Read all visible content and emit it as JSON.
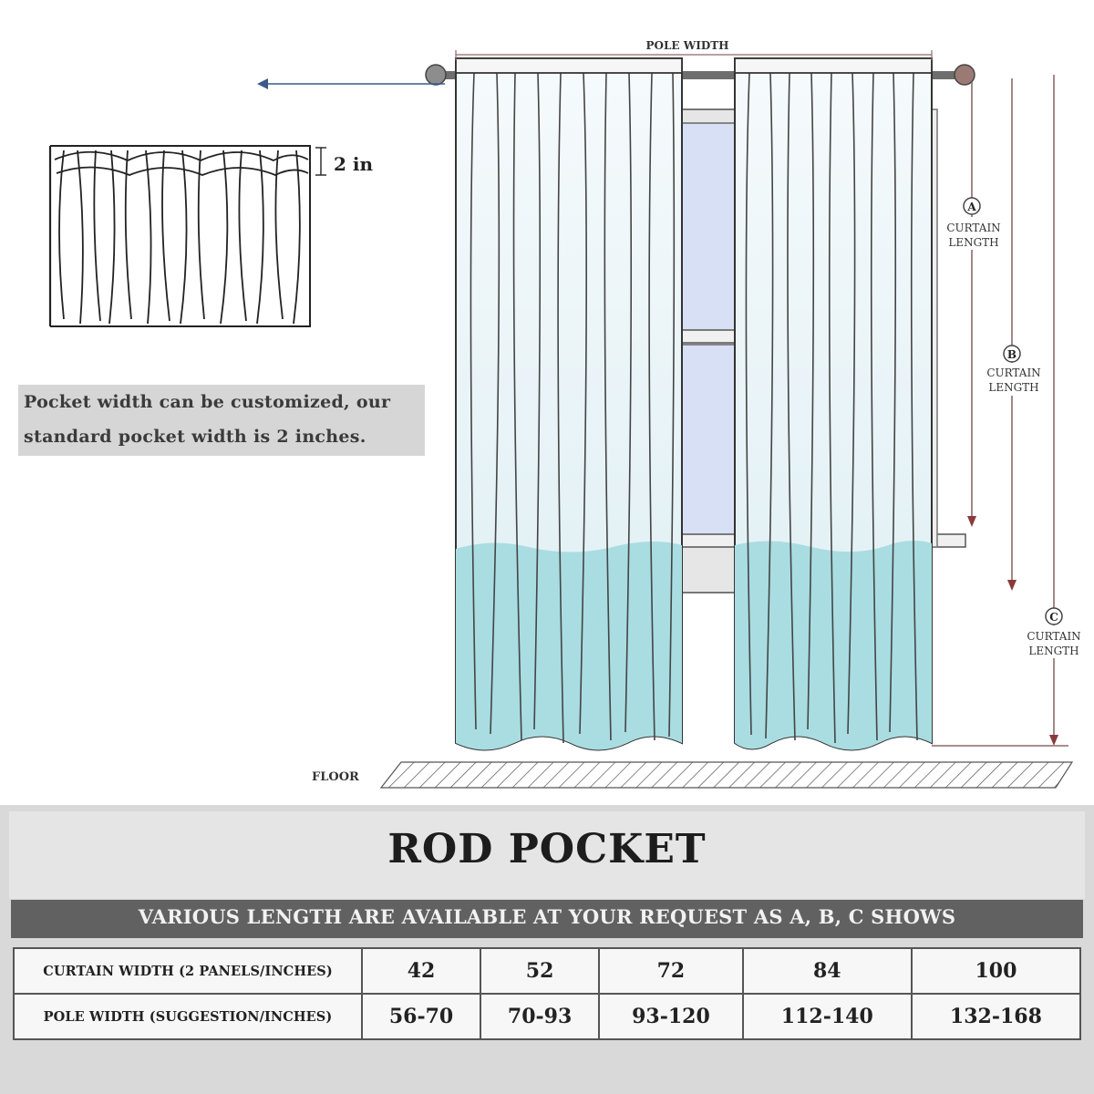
{
  "diagram": {
    "pole_width_label": "POLE WIDTH",
    "pocket_depth_label": "2 in",
    "pocket_note_line1": "Pocket width can be customized, our",
    "pocket_note_line2": "standard pocket width is 2 inches.",
    "floor_label": "FLOOR",
    "measure_a": {
      "letter": "A",
      "line1": "CURTAIN",
      "line2": "LENGTH"
    },
    "measure_b": {
      "letter": "B",
      "line1": "CURTAIN",
      "line2": "LENGTH"
    },
    "measure_c": {
      "letter": "C",
      "line1": "CURTAIN",
      "line2": "LENGTH"
    }
  },
  "title": "ROD POCKET",
  "subtitle": "VARIOUS LENGTH ARE AVAILABLE AT YOUR REQUEST AS A, B, C SHOWS",
  "table": {
    "rows": [
      {
        "label": "CURTAIN WIDTH (2 PANELS/INCHES)",
        "values": [
          "42",
          "52",
          "72",
          "84",
          "100"
        ]
      },
      {
        "label": "POLE WIDTH (SUGGESTION/INCHES)",
        "values": [
          "56-70",
          "70-93",
          "93-120",
          "112-140",
          "132-168"
        ]
      }
    ]
  },
  "colors": {
    "curtain_top": "#f2f8fb",
    "curtain_bottom": "#a9dde2",
    "window_glass": "#d8e0f5",
    "measure_line": "#8a6a6a",
    "title_bar": "#616161"
  }
}
